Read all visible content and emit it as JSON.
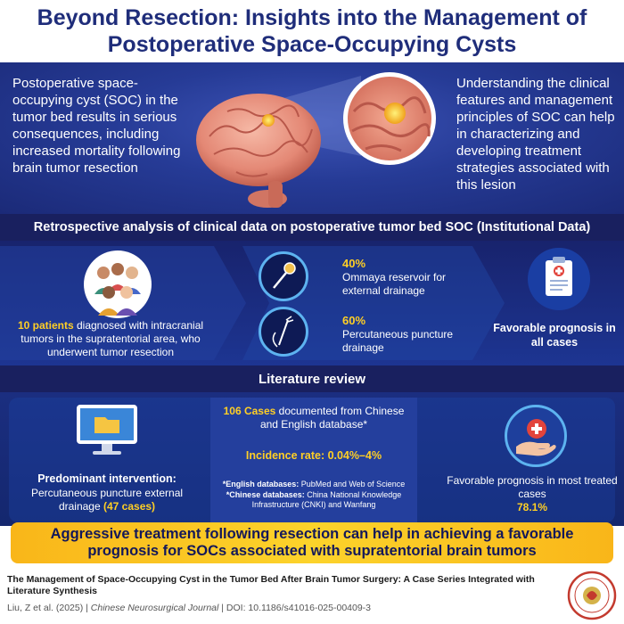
{
  "title": "Beyond Resection: Insights into the Management of Postoperative Space-Occupying Cysts",
  "intro": {
    "left_text": "Postoperative space-occupying cyst (SOC) in the tumor bed results in serious consequences, including increased mortality following brain tumor resection",
    "right_text": "Understanding the clinical features and management principles of SOC can help in characterizing and developing treatment strategies associated with this lesion"
  },
  "retrospective": {
    "heading": "Retrospective analysis of clinical data on postoperative tumor bed SOC (Institutional Data)",
    "patients_highlight": "10 patients",
    "patients_text": " diagnosed with intracranial tumors in the supratentorial area, who underwent tumor resection",
    "ommaya": {
      "percent": "40%",
      "text": "Ommaya reservoir for external drainage"
    },
    "puncture": {
      "percent": "60%",
      "text": "Percutaneous puncture drainage"
    },
    "prognosis": "Favorable prognosis in all cases"
  },
  "literature": {
    "heading": "Literature review",
    "predominant_label": "Predominant intervention:",
    "predominant_text": "Percutaneous puncture external drainage ",
    "predominant_cases": "(47 cases)",
    "cases_highlight": "106 Cases",
    "cases_text": " documented from Chinese and English database*",
    "incidence": "Incidence rate: 0.04%–4%",
    "english_db_label": "*English databases:",
    "english_db_text": " PubMed and Web of Science",
    "chinese_db_label": "*Chinese databases:",
    "chinese_db_text": " China National Knowledge Infrastructure (CNKI) and Wanfang",
    "favorable_text": "Favorable prognosis in most treated cases",
    "favorable_pct": "78.1%"
  },
  "conclusion": "Aggressive treatment following resection can help in achieving a favorable prognosis for SOCs associated with supratentorial brain tumors",
  "footer": {
    "ref_title": "The Management of Space-Occupying Cyst in the Tumor Bed After Brain Tumor Surgery: A Case Series Integrated with Literature Synthesis",
    "authors": "Liu, Z et al. (2025) | ",
    "journal": "Chinese Neurosurgical Journal",
    "doi": " | DOI: 10.1186/s41016-025-00409-3"
  },
  "icons": {
    "brain": "brain-illustration",
    "people": "patients-group-icon",
    "ommaya": "ommaya-reservoir-icon",
    "puncture": "puncture-needle-icon",
    "clipboard": "medical-clipboard-icon",
    "computer": "database-computer-icon",
    "hand": "hand-heart-icon",
    "seal": "journal-seal-logo"
  },
  "colors": {
    "title": "#1f2d7a",
    "accent_yellow": "#ffcf25",
    "navy": "#19205f",
    "conclusion_bg": "#fcd32b"
  }
}
